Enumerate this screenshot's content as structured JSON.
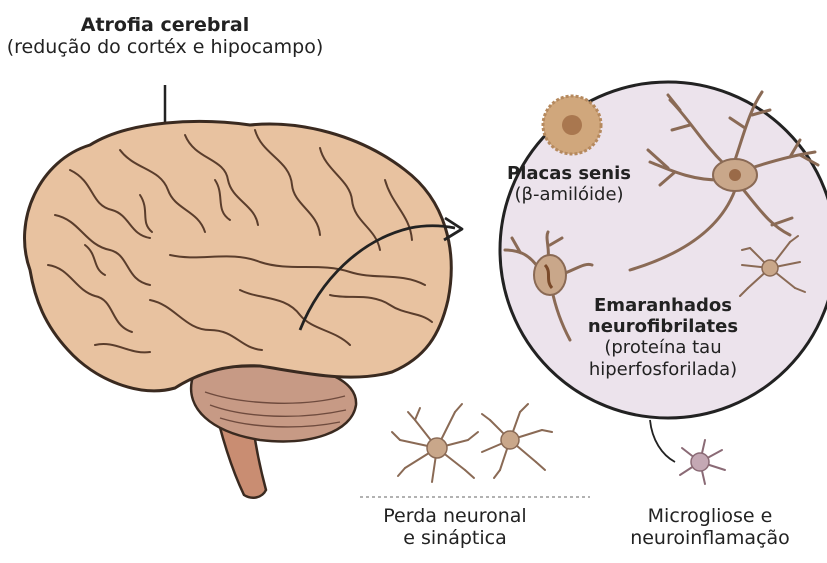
{
  "labels": {
    "atrophy_title": "Atrofia cerebral",
    "atrophy_subtitle": "(redução do cortéx e hipocampo)",
    "plaques_title": "Placas senis",
    "plaques_subtitle": "(β-amilóide)",
    "tangles_title_1": "Emaranhados",
    "tangles_title_2": "neurofibrilates",
    "tangles_sub_1": "(proteína tau",
    "tangles_sub_2": "hiperfosforilada)",
    "loss_1": "Perda neuronal",
    "loss_2": "e sináptica",
    "micro_1": "Microgliose e",
    "micro_2": "neuroinflamação"
  },
  "colors": {
    "brain_fill": "#e8c2a0",
    "brain_stroke": "#3a2a20",
    "cerebellum_fill": "#c79a85",
    "circle_fill": "#ece3ec",
    "neuron_fill": "#c9a78a",
    "neuron_core": "#9a6a48",
    "plaque_fill": "#d0a77c",
    "microglia_fill": "#c4a8b4"
  }
}
